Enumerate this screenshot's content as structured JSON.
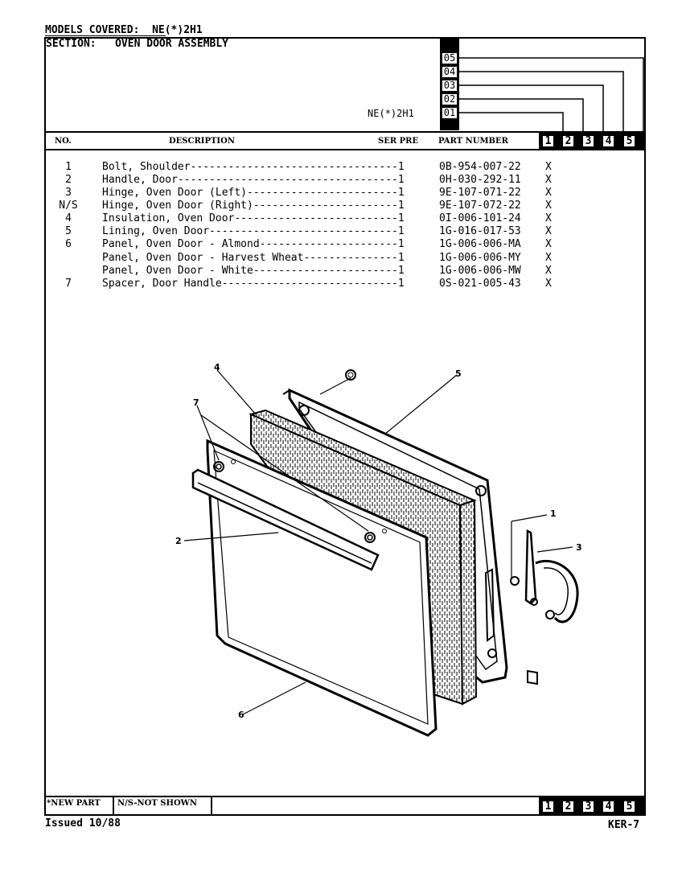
{
  "header": {
    "models_covered_label": "MODELS COVERED:",
    "models_covered_value": "NE(*)2H1",
    "section_label": "SECTION:",
    "section_value": "OVEN DOOR ASSEMBLY",
    "model_key": "NE(*)2H1",
    "model_codes": [
      "05",
      "04",
      "03",
      "02",
      "01"
    ]
  },
  "columns": {
    "no": "NO.",
    "description": "DESCRIPTION",
    "ser_pre": "SER PRE",
    "part_number": "PART NUMBER",
    "model_cols": [
      "1",
      "2",
      "3",
      "4",
      "5"
    ]
  },
  "parts": [
    {
      "no": "1",
      "desc": "Bolt, Shoulder---------------------------------1",
      "part": "0B-954-007-22",
      "mark": "X"
    },
    {
      "no": "2",
      "desc": "Handle, Door-----------------------------------1",
      "part": "0H-030-292-11",
      "mark": "X"
    },
    {
      "no": "3",
      "desc": "Hinge, Oven Door (Left)------------------------1",
      "part": "9E-107-071-22",
      "mark": "X"
    },
    {
      "no": "N/S",
      "desc": "Hinge, Oven Door (Right)-----------------------1",
      "part": "9E-107-072-22",
      "mark": "X"
    },
    {
      "no": "4",
      "desc": "Insulation, Oven Door--------------------------1",
      "part": "0I-006-101-24",
      "mark": "X"
    },
    {
      "no": "5",
      "desc": "Lining, Oven Door------------------------------1",
      "part": "1G-016-017-53",
      "mark": "X"
    },
    {
      "no": "6",
      "desc": "Panel, Oven Door - Almond----------------------1",
      "part": "1G-006-006-MA",
      "mark": "X"
    },
    {
      "no": "",
      "desc": "Panel, Oven Door - Harvest Wheat---------------1",
      "part": "1G-006-006-MY",
      "mark": "X"
    },
    {
      "no": "",
      "desc": "Panel, Oven Door - White-----------------------1",
      "part": "1G-006-006-MW",
      "mark": "X"
    },
    {
      "no": "7",
      "desc": "Spacer, Door Handle----------------------------1",
      "part": "0S-021-005-43",
      "mark": "X"
    }
  ],
  "diagram": {
    "callouts": [
      "1",
      "2",
      "3",
      "4",
      "5",
      "6",
      "7"
    ]
  },
  "footer": {
    "new_part": "*NEW PART",
    "not_shown": "N/S-NOT SHOWN",
    "issued": "Issued 10/88",
    "page_code": "KER-7",
    "model_cols": [
      "1",
      "2",
      "3",
      "4",
      "5"
    ]
  }
}
